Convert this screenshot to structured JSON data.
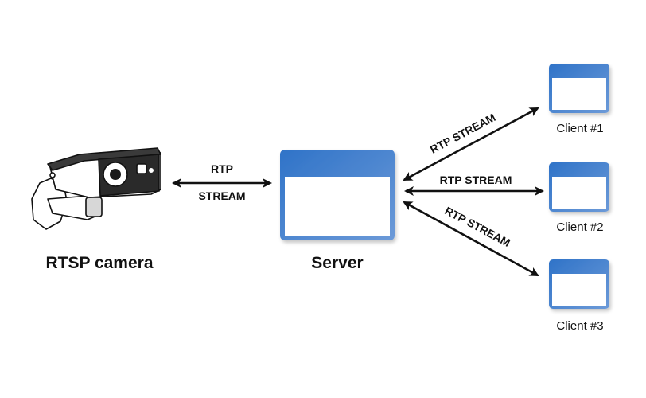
{
  "colors": {
    "window_gradient_start": "#2f73c8",
    "window_gradient_end": "#6c9ad8",
    "window_body": "#ffffff",
    "arrow": "#111111",
    "camera_outline": "#111111",
    "camera_lens": "#2a2a2a"
  },
  "camera": {
    "label": "RTSP camera",
    "icon": "security-camera-icon"
  },
  "server": {
    "label": "Server",
    "icon": "window-icon"
  },
  "camera_link": {
    "line1": "RTP",
    "line2": "STREAM"
  },
  "client_links": [
    {
      "label": "RTP STREAM"
    },
    {
      "label": "RTP STREAM"
    },
    {
      "label": "RTP STREAM"
    }
  ],
  "clients": [
    {
      "label": "Client #1",
      "icon": "window-icon"
    },
    {
      "label": "Client #2",
      "icon": "window-icon"
    },
    {
      "label": "Client #3",
      "icon": "window-icon"
    }
  ]
}
